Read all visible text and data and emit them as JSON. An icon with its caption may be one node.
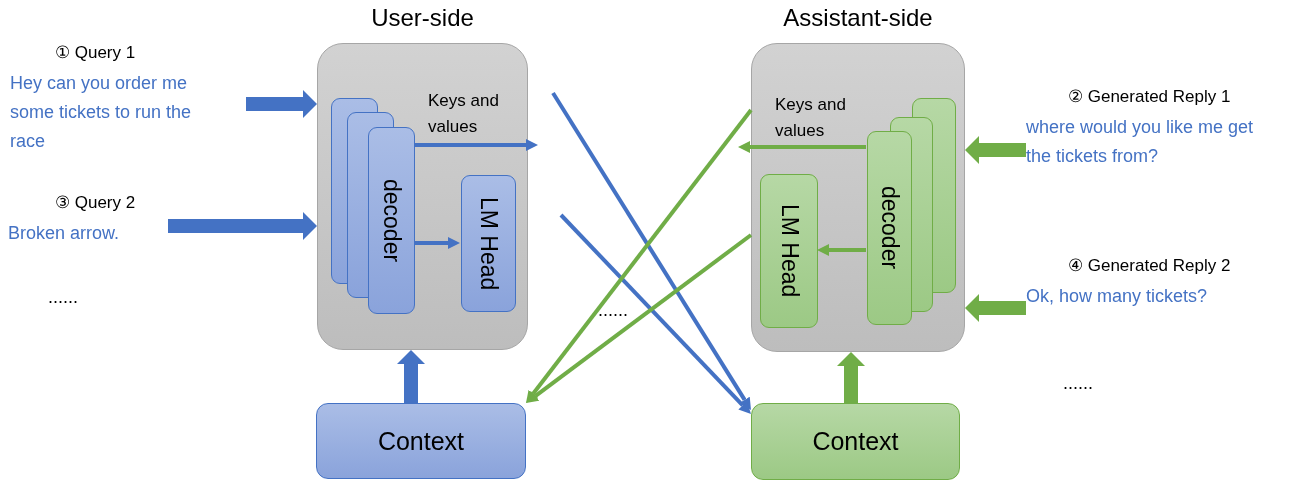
{
  "diagram": {
    "nodes": [
      {
        "text": [
          "User-side"
        ]
      },
      {
        "text": [
          "decoder"
        ],
        "in": 0
      },
      {
        "text": [
          "LM Head"
        ],
        "in": 0
      },
      {
        "text": [
          "Context"
        ]
      },
      {
        "text": [
          "Assistant-side"
        ]
      },
      {
        "text": [
          "decoder"
        ],
        "in": 4
      },
      {
        "text": [
          "LM Head"
        ],
        "in": 4
      },
      {
        "text": [
          "Context"
        ]
      },
      {
        "text": [
          "① Query 1",
          "Hey can you order me some tickets to run the race"
        ]
      },
      {
        "text": [
          "③ Query 2",
          "Broken arrow."
        ]
      },
      {
        "text": [
          "② Generated Reply 1",
          "where would you like me get the tickets from?"
        ]
      },
      {
        "text": [
          "④ Generated Reply 2",
          "Ok, how many tickets?"
        ]
      }
    ],
    "edges": [
      {
        "from": 8,
        "to": 0,
        "arrow": "to",
        "style": "thick",
        "color": "#4472c4"
      },
      {
        "from": 9,
        "to": 0,
        "arrow": "to",
        "style": "thick",
        "color": "#4472c4"
      },
      {
        "from": 1,
        "to": null,
        "arrow": "to",
        "label": "Keys and values",
        "color": "#4472c4"
      },
      {
        "from": 1,
        "to": 2,
        "arrow": "to",
        "color": "#4472c4"
      },
      {
        "from": 3,
        "to": 0,
        "arrow": "to",
        "style": "thick",
        "color": "#4472c4"
      },
      {
        "from": null,
        "to": 7,
        "arrow": "to",
        "color": "#4472c4"
      },
      {
        "from": null,
        "to": 7,
        "arrow": "to",
        "color": "#4472c4"
      },
      {
        "from": 10,
        "to": 4,
        "arrow": "to",
        "style": "thick",
        "color": "#70ad47"
      },
      {
        "from": 11,
        "to": 4,
        "arrow": "to",
        "style": "thick",
        "color": "#70ad47"
      },
      {
        "from": 5,
        "to": null,
        "arrow": "to",
        "label": "Keys and values",
        "color": "#70ad47"
      },
      {
        "from": 5,
        "to": 6,
        "arrow": "to",
        "color": "#70ad47"
      },
      {
        "from": 7,
        "to": 4,
        "arrow": "to",
        "style": "thick",
        "color": "#70ad47"
      },
      {
        "from": 4,
        "to": 3,
        "arrow": "to",
        "color": "#70ad47"
      },
      {
        "from": 4,
        "to": 3,
        "arrow": "to",
        "color": "#70ad47"
      }
    ],
    "labels": [
      "......",
      "......",
      "......"
    ]
  }
}
